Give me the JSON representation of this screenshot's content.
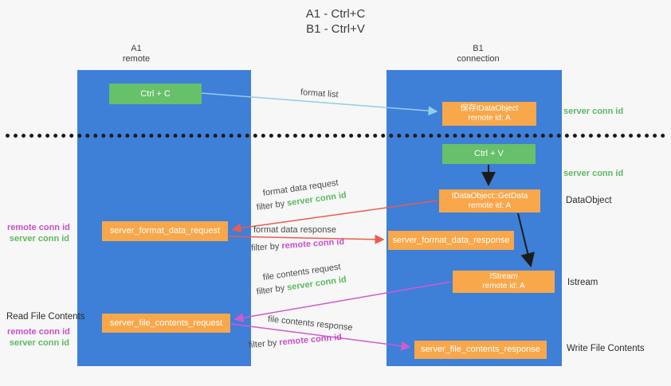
{
  "title": {
    "line1": "A1 - Ctrl+C",
    "line2": "B1 - Ctrl+V"
  },
  "lanes": {
    "left": {
      "name": "A1",
      "sub": "remote"
    },
    "right": {
      "name": "B1",
      "sub": "connection"
    }
  },
  "nodes": {
    "ctrl_c": {
      "label": "Ctrl + C"
    },
    "save_dataobject": {
      "line1": "保存IDataObject",
      "line2": "remote id: A"
    },
    "ctrl_v": {
      "label": "Ctrl + V"
    },
    "getdata": {
      "line1": "IDataObject::GetData",
      "line2": "remote id: A"
    },
    "format_request": {
      "label": "server_format_data_request"
    },
    "format_response": {
      "label": "server_format_data_response"
    },
    "istream": {
      "line1": "IStream",
      "line2": "remote id: A"
    },
    "file_request": {
      "label": "server_file_contents_request"
    },
    "file_response": {
      "label": "server_file_contents_response"
    }
  },
  "edge_labels": {
    "format_list": "format list",
    "format_data_request": "format data request",
    "format_data_request_filter": {
      "prefix": "filter by",
      "key": "server conn id"
    },
    "format_data_response": "format data response",
    "format_data_response_filter": {
      "prefix": "filter by",
      "key": "remote conn id"
    },
    "file_contents_request": "file contents request",
    "file_contents_request_filter": {
      "prefix": "filter by",
      "key": "server conn id"
    },
    "file_contents_response": "file contents response",
    "file_contents_response_filter": {
      "prefix": "filter by",
      "key": "remote conn id"
    }
  },
  "side_labels": {
    "server_conn_id_top": "server conn id",
    "server_conn_id_mid": "server conn id",
    "dataobject": "DataObject",
    "istream": "Istream",
    "write_file_contents": "Write File Contents",
    "read_file_contents": "Read File Contents",
    "remote_conn_id_left_top": "remote conn id",
    "server_conn_id_left_top": "server conn id",
    "remote_conn_id_left_bottom": "remote conn id",
    "server_conn_id_left_bottom": "server conn id"
  },
  "colors": {
    "lane_blue": "#3e7fd8",
    "box_orange": "#f8a74a",
    "box_green": "#67c06a",
    "green_text": "#5db862",
    "magenta_text": "#c94fc9",
    "arrow_red": "#ea5c4f",
    "arrow_magenta": "#d05ad0",
    "arrow_blue": "#93cdea",
    "arrow_black": "#1c1c1c"
  }
}
